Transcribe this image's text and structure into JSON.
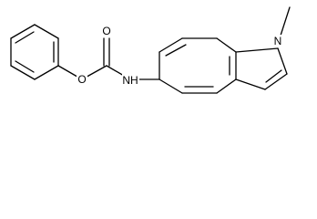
{
  "molecule": {
    "atoms": {
      "carbonyl_oxygen": "O",
      "ester_oxygen": "O",
      "amide_nitrogen": "NH",
      "indole_nitrogen": "N"
    }
  }
}
